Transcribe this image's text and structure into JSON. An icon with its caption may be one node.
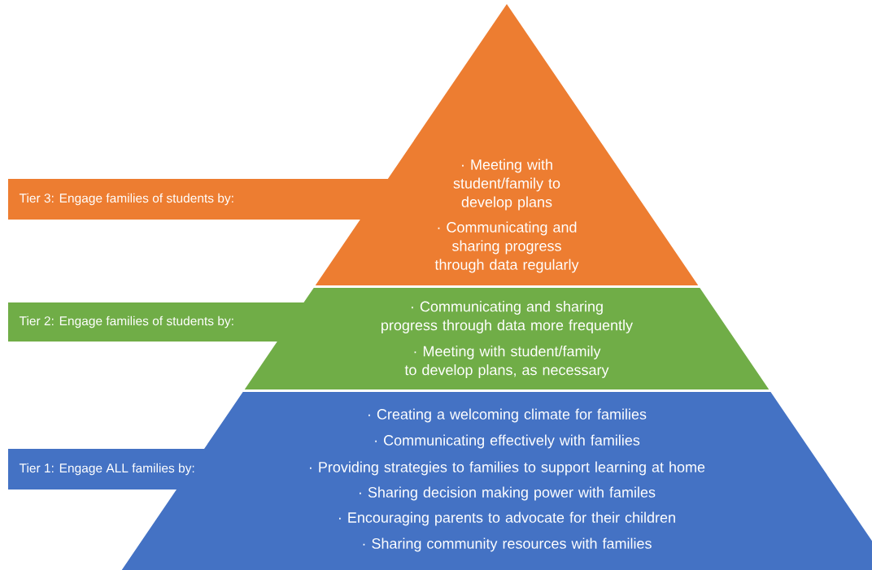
{
  "diagram": {
    "nodes": [
      {
        "text": [
          "Tier 3:  Engage families of students by:",
          "· Meeting with student/family to develop plans",
          "· Communicating and sharing progress through data regularly"
        ]
      },
      {
        "text": [
          "Tier 2:  Engage families of students by:",
          "· Communicating and sharing progress through data more frequently",
          "· Meeting with student/family to develop plans, as necessary"
        ]
      },
      {
        "text": [
          "Tier 1:  Engage ALL families by:",
          "· Creating a welcoming climate for families",
          "· Communicating effectively with families",
          "· Providing strategies to families to support learning at home",
          "· Sharing decision making power with familes",
          "· Encouraging parents to advocate for their children",
          "· Sharing community resources with families"
        ]
      }
    ]
  }
}
